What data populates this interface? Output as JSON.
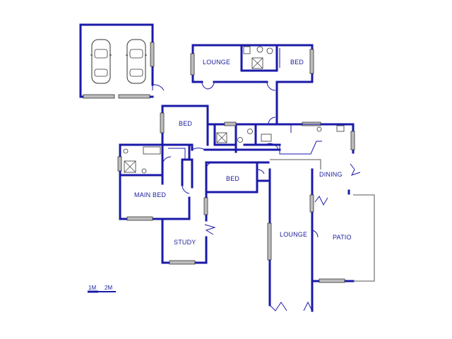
{
  "rooms": {
    "lounge_top": "LOUNGE",
    "bed_top": "BED",
    "bed_middle": "BED",
    "dining": "DINING",
    "bed_small": "BED",
    "main_bed": "MAIN BED",
    "study": "STUDY",
    "lounge_bottom": "LOUNGE",
    "patio": "PATIO"
  },
  "scale": {
    "label_1": "1M",
    "label_2": "2M"
  },
  "colors": {
    "wall": "#1a1aa8",
    "window": "#bdbdbd",
    "text": "#1a1a9a"
  }
}
